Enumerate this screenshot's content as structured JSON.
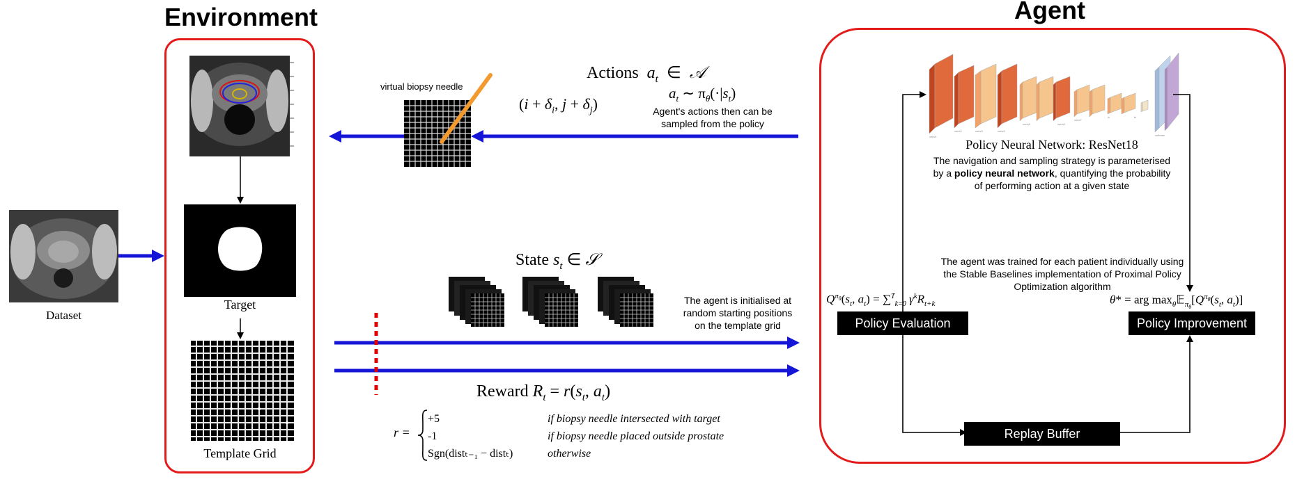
{
  "environment": {
    "title": "Environment",
    "target_label": "Target",
    "grid_label": "Template Grid",
    "dataset_label": "Dataset"
  },
  "agent": {
    "title": "Agent",
    "network_title": "Policy Neural Network: ResNet18",
    "network_desc_1": "The navigation and sampling strategy is parameterised",
    "network_desc_2_pre": "by a ",
    "network_desc_2_bold": "policy neural network",
    "network_desc_2_post": ", quantifying the probability",
    "network_desc_3": "of performing action at a given state",
    "training_1": "The agent was trained for each patient individually using",
    "training_2": "the Stable Baselines implementation of Proximal Policy",
    "training_3": "Optimization algorithm",
    "policy_evaluation": "Policy Evaluation",
    "policy_improvement": "Policy Improvement",
    "replay_buffer": "Replay Buffer"
  },
  "actions": {
    "needle_label": "virtual biopsy needle",
    "title_text": "Actions",
    "sample_note_1": "Agent's actions then can be",
    "sample_note_2": "sampled from the policy"
  },
  "state": {
    "title_text": "State",
    "init_note_1": "The agent is initialised at",
    "init_note_2": "random starting positions",
    "init_note_3": "on the template grid"
  },
  "reward": {
    "title_text": "Reward",
    "cases": [
      {
        "value": "+5",
        "condition": "if biopsy needle intersected with target"
      },
      {
        "value": "-1",
        "condition": "if biopsy needle placed outside prostate"
      },
      {
        "value": "Sgn(distₜ₋₁ − distₜ)",
        "condition": "otherwise"
      }
    ]
  },
  "colors": {
    "frame_red": "#e31b1b",
    "arrow_blue": "#1515d8",
    "dash_red": "#e00000"
  }
}
